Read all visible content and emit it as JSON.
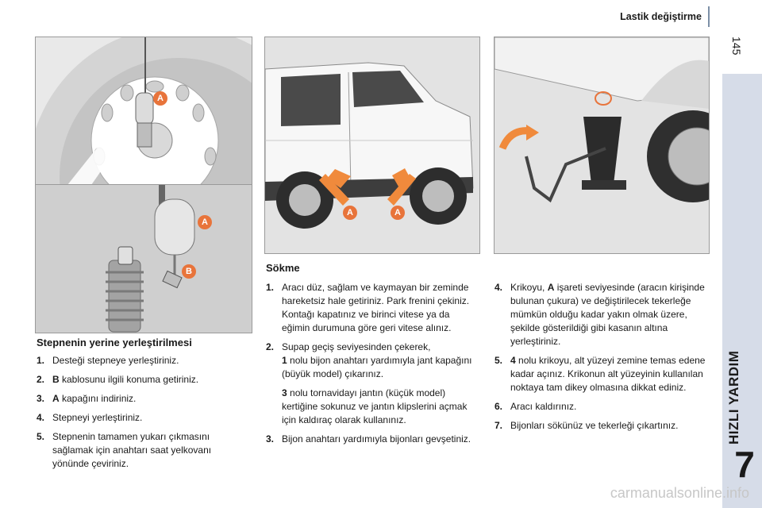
{
  "header": {
    "title": "Lastik değiştirme",
    "page_number": "145"
  },
  "side": {
    "label": "HIZLI YARDIM",
    "chapter": "7"
  },
  "left": {
    "title": "Stepnenin yerine yerleştirilmesi",
    "items": [
      {
        "num": "1.",
        "key": "",
        "text": "Desteği stepneye yerleştiriniz."
      },
      {
        "num": "2.",
        "key": "B",
        "text": " kablosunu ilgili konuma getiriniz."
      },
      {
        "num": "3.",
        "key": "A",
        "text": " kapağını indiriniz."
      },
      {
        "num": "4.",
        "key": "",
        "text": "Stepneyi yerleştiriniz."
      },
      {
        "num": "5.",
        "key": "",
        "text": "Stepnenin tamamen yukarı çıkmasını sağlamak için anahtarı saat yelkovanı yönünde çeviriniz."
      }
    ]
  },
  "middle": {
    "title": "Sökme",
    "items": [
      {
        "num": "1.",
        "text": "Aracı düz, sağlam ve kaymayan bir zeminde hareketsiz hale getiriniz. Park frenini çekiniz. Kontağı kapatınız ve birinci vitese ya da eğimin durumuna göre geri vitese alınız."
      },
      {
        "num": "2.",
        "text": "Supap geçiş seviyesinden çekerek,",
        "key2": "1",
        "text2": " nolu bijon anahtarı yardımıyla jant kapağını (büyük model) çıkarınız."
      },
      {
        "num": "3.",
        "text": "Bijon anahtarı yardımıyla bijonları gevşetiniz."
      }
    ],
    "sub": {
      "key": "3",
      "text": " nolu tornavidayı jantın (küçük model) kertiğine sokunuz ve jantın klipslerini açmak için kaldıraç olarak kullanınız."
    }
  },
  "right": {
    "items": [
      {
        "num": "4.",
        "text": "Krikoyu, ",
        "key": "A",
        "text2": " işareti seviyesinde (aracın kirişinde bulunan çukura) ve değiştirilecek tekerleğe mümkün olduğu kadar yakın olmak üzere, şekilde gösterildiği gibi kasanın altına yerleştiriniz."
      },
      {
        "num": "5.",
        "text": "",
        "key": "4",
        "text2": " nolu krikoyu, alt yüzeyi zemine temas edene kadar açınız. Krikonun alt yüzeyinin kullanılan noktaya tam dikey olmasına dikkat ediniz."
      },
      {
        "num": "6.",
        "text": "Aracı kaldırınız.",
        "key": "",
        "text2": ""
      },
      {
        "num": "7.",
        "text": "Bijonları sökünüz ve tekerleği çıkartınız.",
        "key": "",
        "text2": ""
      }
    ]
  },
  "labels": {
    "a": "A",
    "b": "B"
  },
  "watermark": "carmanualsonline.info",
  "colors": {
    "side_band": "#d6dce8",
    "accent_orange": "#e8743b",
    "arrow_orange": "#f08a3c"
  }
}
